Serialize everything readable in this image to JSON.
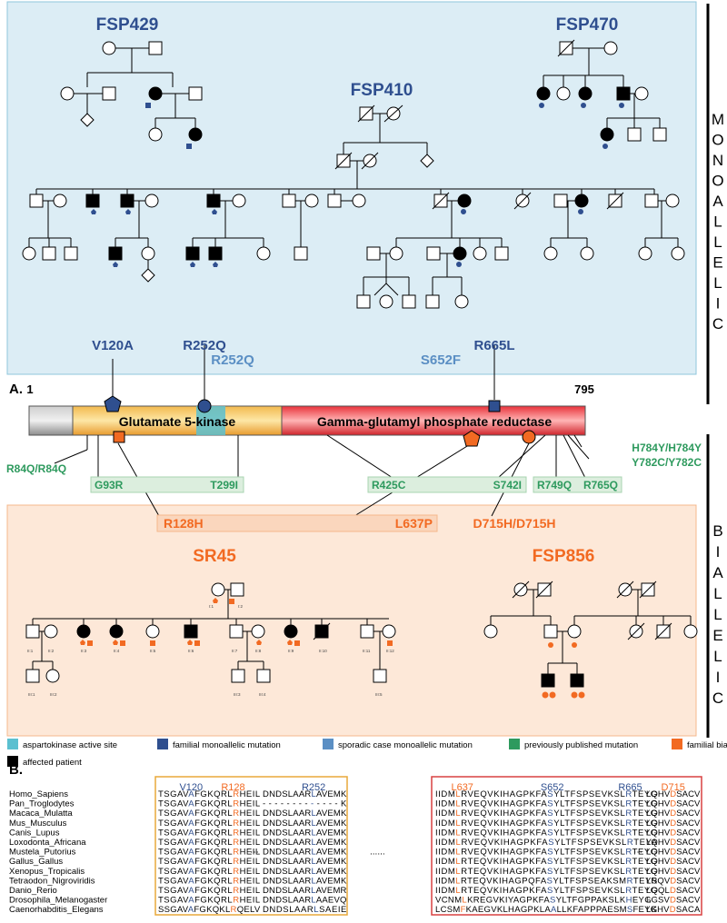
{
  "families": {
    "fsp429": "FSP429",
    "fsp470": "FSP470",
    "fsp410": "FSP410",
    "sr45": "SR45",
    "fsp856": "FSP856"
  },
  "side_labels": {
    "monoallelic": "MONOALLELIC",
    "biallelic": "BIALLELIC"
  },
  "panel_labels": {
    "a": "A.",
    "b": "B."
  },
  "protein": {
    "start": "1",
    "end": "795",
    "domain1": "Glutamate 5-kinase",
    "domain2": "Gamma-glutamyl phosphate reductase"
  },
  "mutations_top": {
    "v120a": "V120A",
    "r252q_fam": "R252Q",
    "r252q_spor": "R252Q",
    "s652f": "S652F",
    "r665l": "R665L"
  },
  "mutations_published": {
    "r84q": "R84Q/R84Q",
    "g93r": "G93R",
    "t299i": "T299I",
    "r425c": "R425C",
    "s742i": "S742I",
    "r749q": "R749Q",
    "r765q": "R765Q",
    "h784y": "H784Y/H784Y",
    "y782c": "Y782C/Y782C"
  },
  "mutations_biallelic": {
    "r128h": "R128H",
    "l637p": "L637P",
    "d715h": "D715H/D715H"
  },
  "legend": [
    {
      "label": "aspartokinase active site",
      "color": "#5bc0d0"
    },
    {
      "label": "familial monoallelic mutation",
      "color": "#2f4f8f"
    },
    {
      "label": "sporadic case monoallelic mutation",
      "color": "#5b8fc4"
    },
    {
      "label": "previously published mutation",
      "color": "#2e9a5e"
    },
    {
      "label": "familial biallelic mutation",
      "color": "#f26a22"
    },
    {
      "label": "affected patient",
      "color": "#000000"
    }
  ],
  "alignment": {
    "col_headers_left": [
      "V120",
      "R128",
      "R252"
    ],
    "col_headers_right": [
      "L637",
      "S652",
      "R665",
      "D715"
    ],
    "species": [
      "Homo_Sapiens",
      "Pan_Troglodytes",
      "Macaca_Mulatta",
      "Mus_Musculus",
      "Canis_Lupus",
      "Loxodonta_Africana",
      "Mustela_Putorius",
      "Gallus_Gallus",
      "Xenopus_Tropicalis",
      "Tetraodon_Nigroviridis",
      "Danio_Rerio",
      "Drosophila_Melanogaster",
      "Caenorhabditis_Elegans"
    ],
    "seq1": [
      "TSGAVAFGKQRLRHEIL",
      "TSGAVAFGKQRLRHEIL",
      "TSGAVAFGKQRLRHEIL",
      "TSGAVAFGKQRLRHEIL",
      "TSGAVAFGKQRLRHEIL",
      "TSGAVAFGKQRLRHEIL",
      "TSGAVAFGKQRLRHEIL",
      "TSGAVAFGKQRLRHEIL",
      "TSGAVAFGKQRLRHEIL",
      "TSGAVAFGKQRLRHEIL",
      "TSGAVAFGKQRLRHEIL",
      "TSGAVAFGKQRLRHEIL",
      "SSGAVAFGKQKLRQELV"
    ],
    "seq2": [
      "DNDSLAARLAVEMK",
      "-------------K",
      "DNDSLAARLAVEMK",
      "DNDSLAARLAVEMK",
      "DNDSLAARLAVEMK",
      "DNDSLAARLAVEMK",
      "DNDSLAARLAVEMK",
      "DNDSLAARLAVEMK",
      "DNDSLAARLAVEMK",
      "DNDSLAARLAVEMK",
      "DNDSLAARLAVEMR",
      "DNDSLAARLAAEVQ",
      "DNDSLAARLSAEIE"
    ],
    "seq3": [
      "IIDMLRVEQVKIHAGPKFASYLTFSPSEVKSLRTEYG",
      "IIDMLRVEQVKIHAGPKFASYLTFSPSEVKSLRTEYG",
      "IIDMLRVEQVKIHAGPKFASYLTFSPSEVKSLRTEYG",
      "IIDMLRVEQVKIHAGPKFASYLTFSPSEVKSLRTEYG",
      "IIDMLRVEQVKIHAGPKFASYLTFSPSEVKSLRTEYG",
      "IIDMLRVEQVKIHAGPKFASYLTFSPSEVKSLRTEYA",
      "IIDMLRVEQVKIHAGPKFASYLTFSPSEVKSLRTEYG",
      "IIDMLRTEQVKIHAGPKFASYLTFSPSEVKSLRTEYG",
      "IIDMLRTEQVKIHAGPKFASYLTFSPSEVKSLRTEYG",
      "IIDMLRTEQVKIHAGPQFASYLTFSPSEAKSMRTEYS",
      "IIDMLRTEQVKIHAGPKFASYLTFSPSEVKSLRTEYG",
      "VCNMLKREGVKIYAGPKFASYLTFGPPAKSLKHEYG",
      "LCSMFKAEGVKLHAGPKLAALLKFAPPPAESMSFEYG"
    ],
    "seq4": [
      "LQHVDSACV",
      "LQHVDSACV",
      "LQHVDSACV",
      "LQHVDSACV",
      "LQHVDSACV",
      "LQHVDSACV",
      "LQHVDSACV",
      "LQHVDSACV",
      "LQHVDSACV",
      "LRQVDSACV",
      "LQQLDSACV",
      "LGSVDSACV",
      "LKHVDSACA"
    ],
    "ellipsis": "......",
    "dots": "···"
  },
  "small_labels": {
    "sr45": [
      "II:1",
      "II:2",
      "II:3",
      "II:4",
      "II:5",
      "II:6",
      "II:7",
      "II:8",
      "II:9",
      "II:10",
      "II:11",
      "II:12",
      "III:1",
      "III:2",
      "III:3",
      "III:4",
      "III:5",
      "I:1",
      "I:2"
    ]
  }
}
